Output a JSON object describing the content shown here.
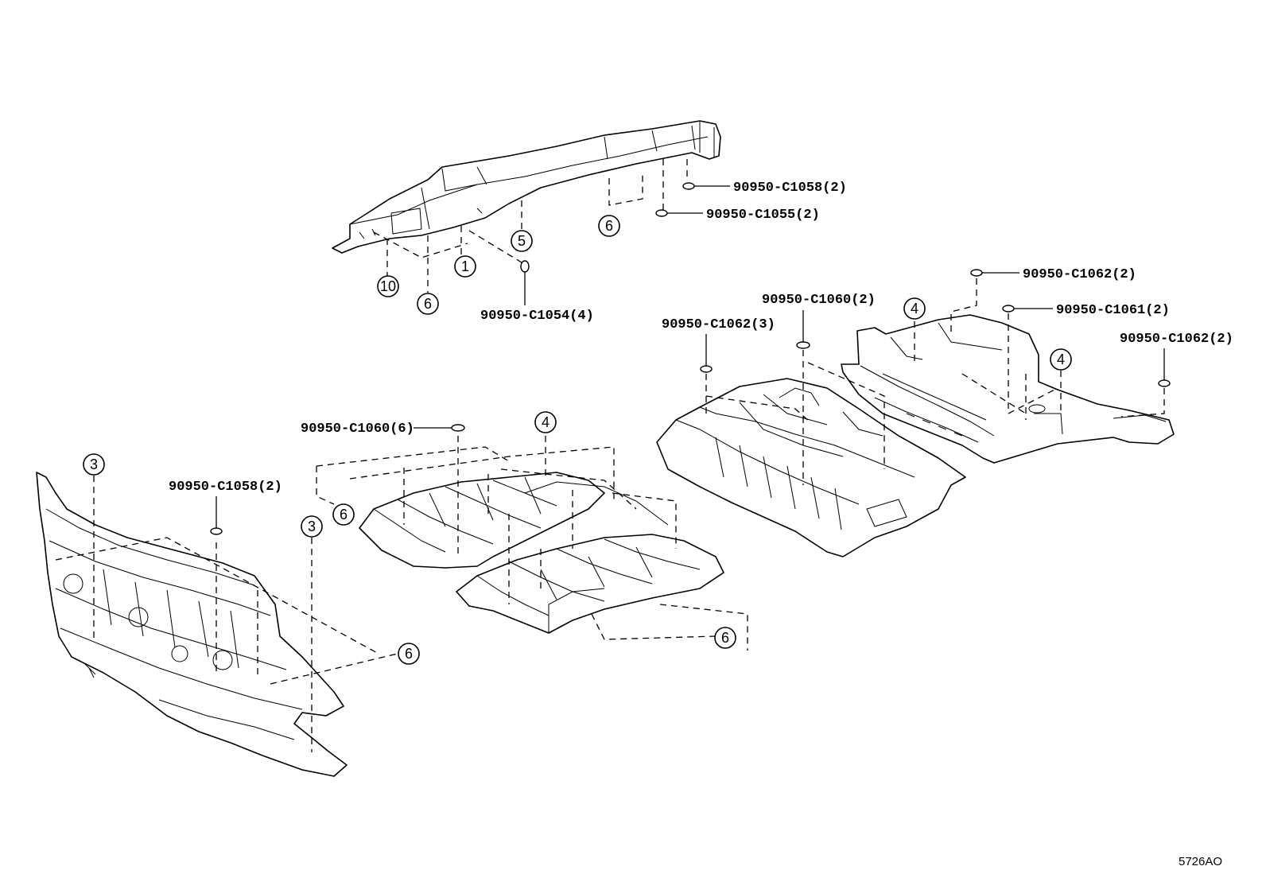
{
  "drawing_code": "5726AO",
  "part_numbers": {
    "c1058_top": "90950-C1058(2)",
    "c1055": "90950-C1055(2)",
    "c1054": "90950-C1054(4)",
    "c1062_a": "90950-C1062(2)",
    "c1061": "90950-C1061(2)",
    "c1060_mid": "90950-C1060(2)",
    "c1062_3": "90950-C1062(3)",
    "c1062_b": "90950-C1062(2)",
    "c1060_6": "90950-C1060(6)",
    "c1058_left": "90950-C1058(2)"
  },
  "callouts": {
    "c10": "10",
    "c6a": "6",
    "c1": "1",
    "c5": "5",
    "c6b": "6",
    "c4a": "4",
    "c4b": "4",
    "c4c": "4",
    "c3a": "3",
    "c3b": "3",
    "c6c": "6",
    "c6d": "6",
    "c6e": "6"
  }
}
